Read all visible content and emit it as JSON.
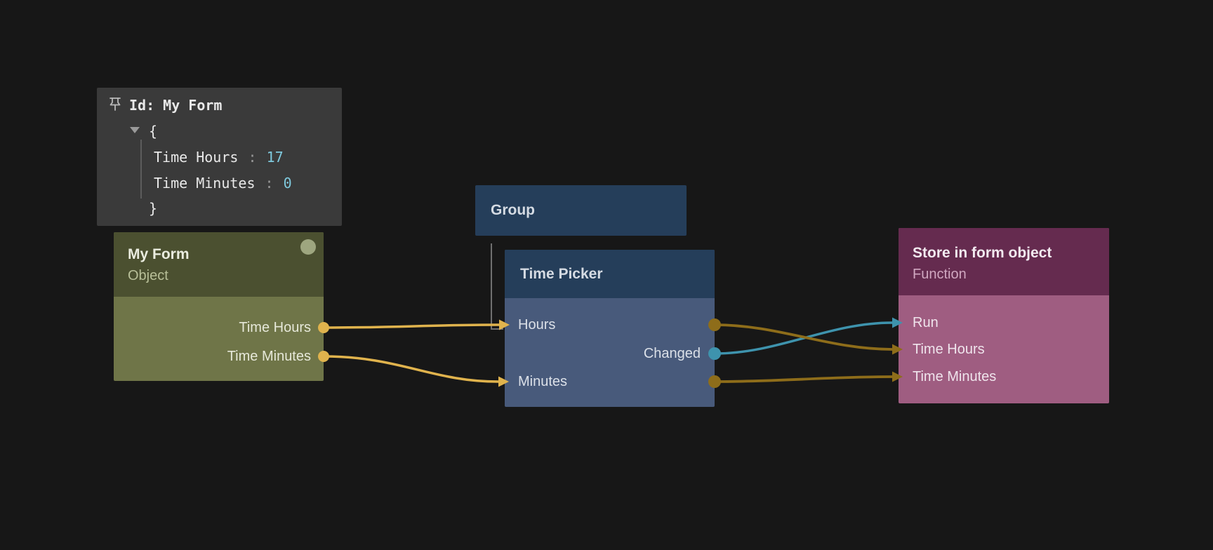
{
  "colors": {
    "bg": "#171717",
    "tooltip_bg": "#3a3a3a",
    "tooltip_text": "#e9e9e9",
    "tooltip_value": "#7fc9dd",
    "tooltip_muted": "#979797",
    "tree_line": "#5c5c5c",
    "green_header": "#4b5030",
    "green_body": "#6f7548",
    "green_title": "#eaecdf",
    "green_subtitle": "#b8bf98",
    "green_dot": "#9ea67f",
    "green_port_text": "#e6e8d9",
    "blue_header": "#253e5a",
    "blue_body": "#485a7b",
    "blue_title": "#d5dbe3",
    "blue_port_text": "#dbe0e8",
    "plum_header": "#652b4f",
    "plum_body": "#9f5d81",
    "plum_title": "#f2eaf0",
    "plum_subtitle": "#d0a7c0",
    "plum_port_text": "#efe4ec",
    "wire_bright": "#e0b34d",
    "wire_gold": "#8e6d1a",
    "wire_teal": "#3e93ad",
    "group_line": "#6f6f6f"
  },
  "tooltip": {
    "id_label": "Id: My Form",
    "open_brace": "{",
    "close_brace": "}",
    "fields": [
      {
        "name": "Time Hours",
        "separator": ":",
        "value": "17"
      },
      {
        "name": "Time Minutes",
        "separator": ":",
        "value": "0"
      }
    ]
  },
  "nodes": {
    "my_form": {
      "title": "My Form",
      "subtitle": "Object",
      "outputs": [
        "Time Hours",
        "Time Minutes"
      ]
    },
    "group": {
      "title": "Group"
    },
    "time_picker": {
      "title": "Time Picker",
      "inputs": [
        "Hours",
        "Minutes"
      ],
      "outputs": [
        "Changed"
      ]
    },
    "store_in_form_object": {
      "title": "Store in form object",
      "subtitle": "Function",
      "inputs": [
        "Run",
        "Time Hours",
        "Time Minutes"
      ]
    }
  }
}
